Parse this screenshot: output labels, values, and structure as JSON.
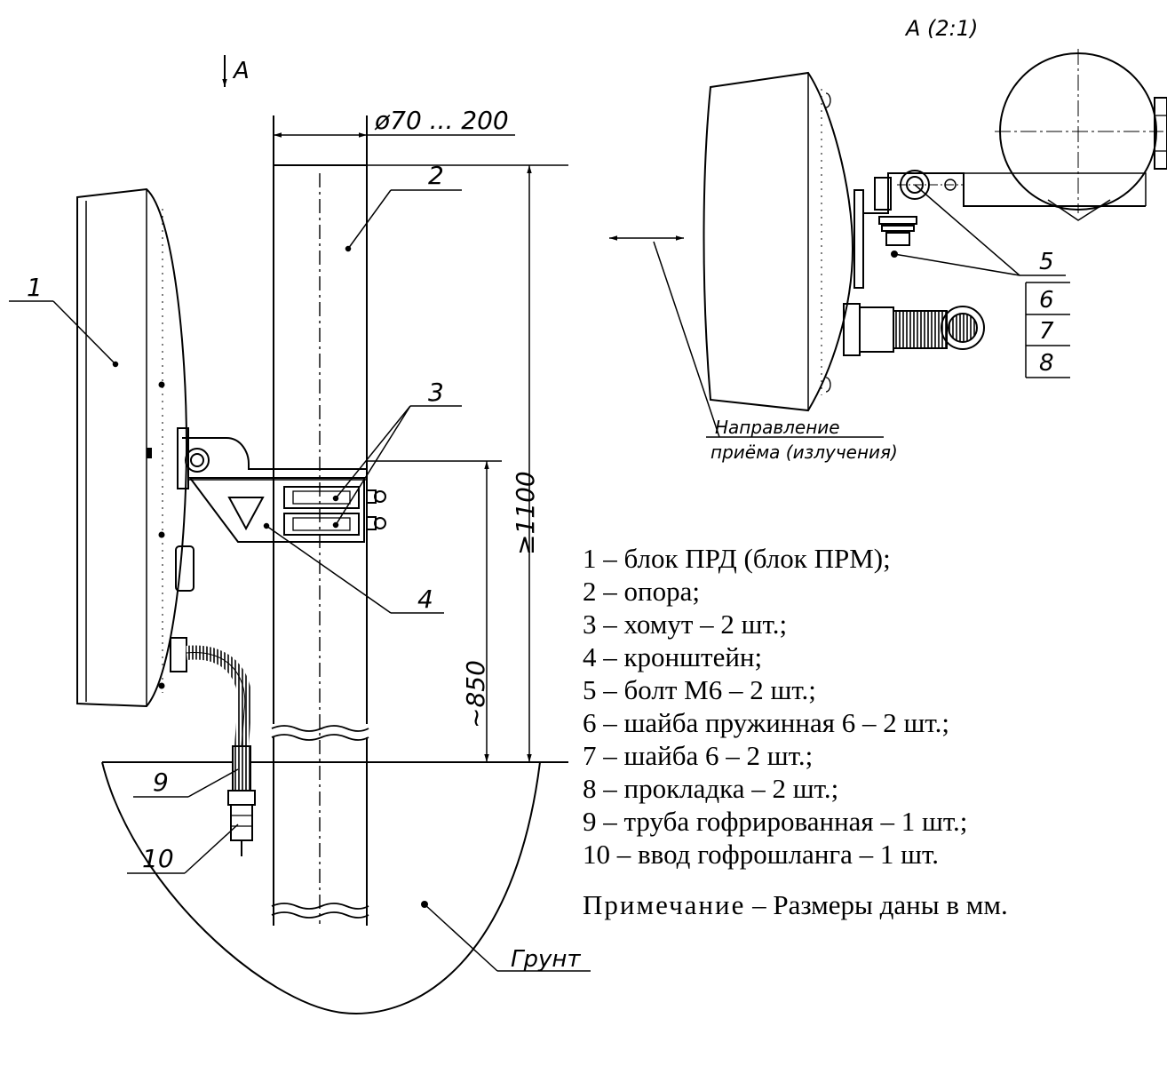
{
  "view_labels": {
    "arrow_a": "A",
    "section_a": "A (2:1)"
  },
  "dimensions": {
    "diameter": "ø70 ... 200",
    "height_total": "≥1100",
    "height_mount": "~850"
  },
  "callouts": {
    "main": [
      "1",
      "2",
      "3",
      "4",
      "9",
      "10"
    ],
    "detail": [
      "5",
      "6",
      "7",
      "8"
    ]
  },
  "annotations": {
    "ground": "Грунт",
    "direction_line1": "Направление",
    "direction_line2": "приёма (излучения)"
  },
  "legend": [
    "1 – блок ПРД (блок ПРМ);",
    "2 – опора;",
    "3 – хомут – 2 шт.;",
    "4 – кронштейн;",
    "5 – болт М6 – 2 шт.;",
    "6 – шайба пружинная 6 – 2 шт.;",
    "7 – шайба 6 – 2 шт.;",
    "8 – прокладка – 2 шт.;",
    "9 – труба гофрированная – 1 шт.;",
    "10 – ввод гофрошланга – 1 шт."
  ],
  "note": {
    "label": "Примечание",
    "text": " – Размеры даны в мм."
  }
}
